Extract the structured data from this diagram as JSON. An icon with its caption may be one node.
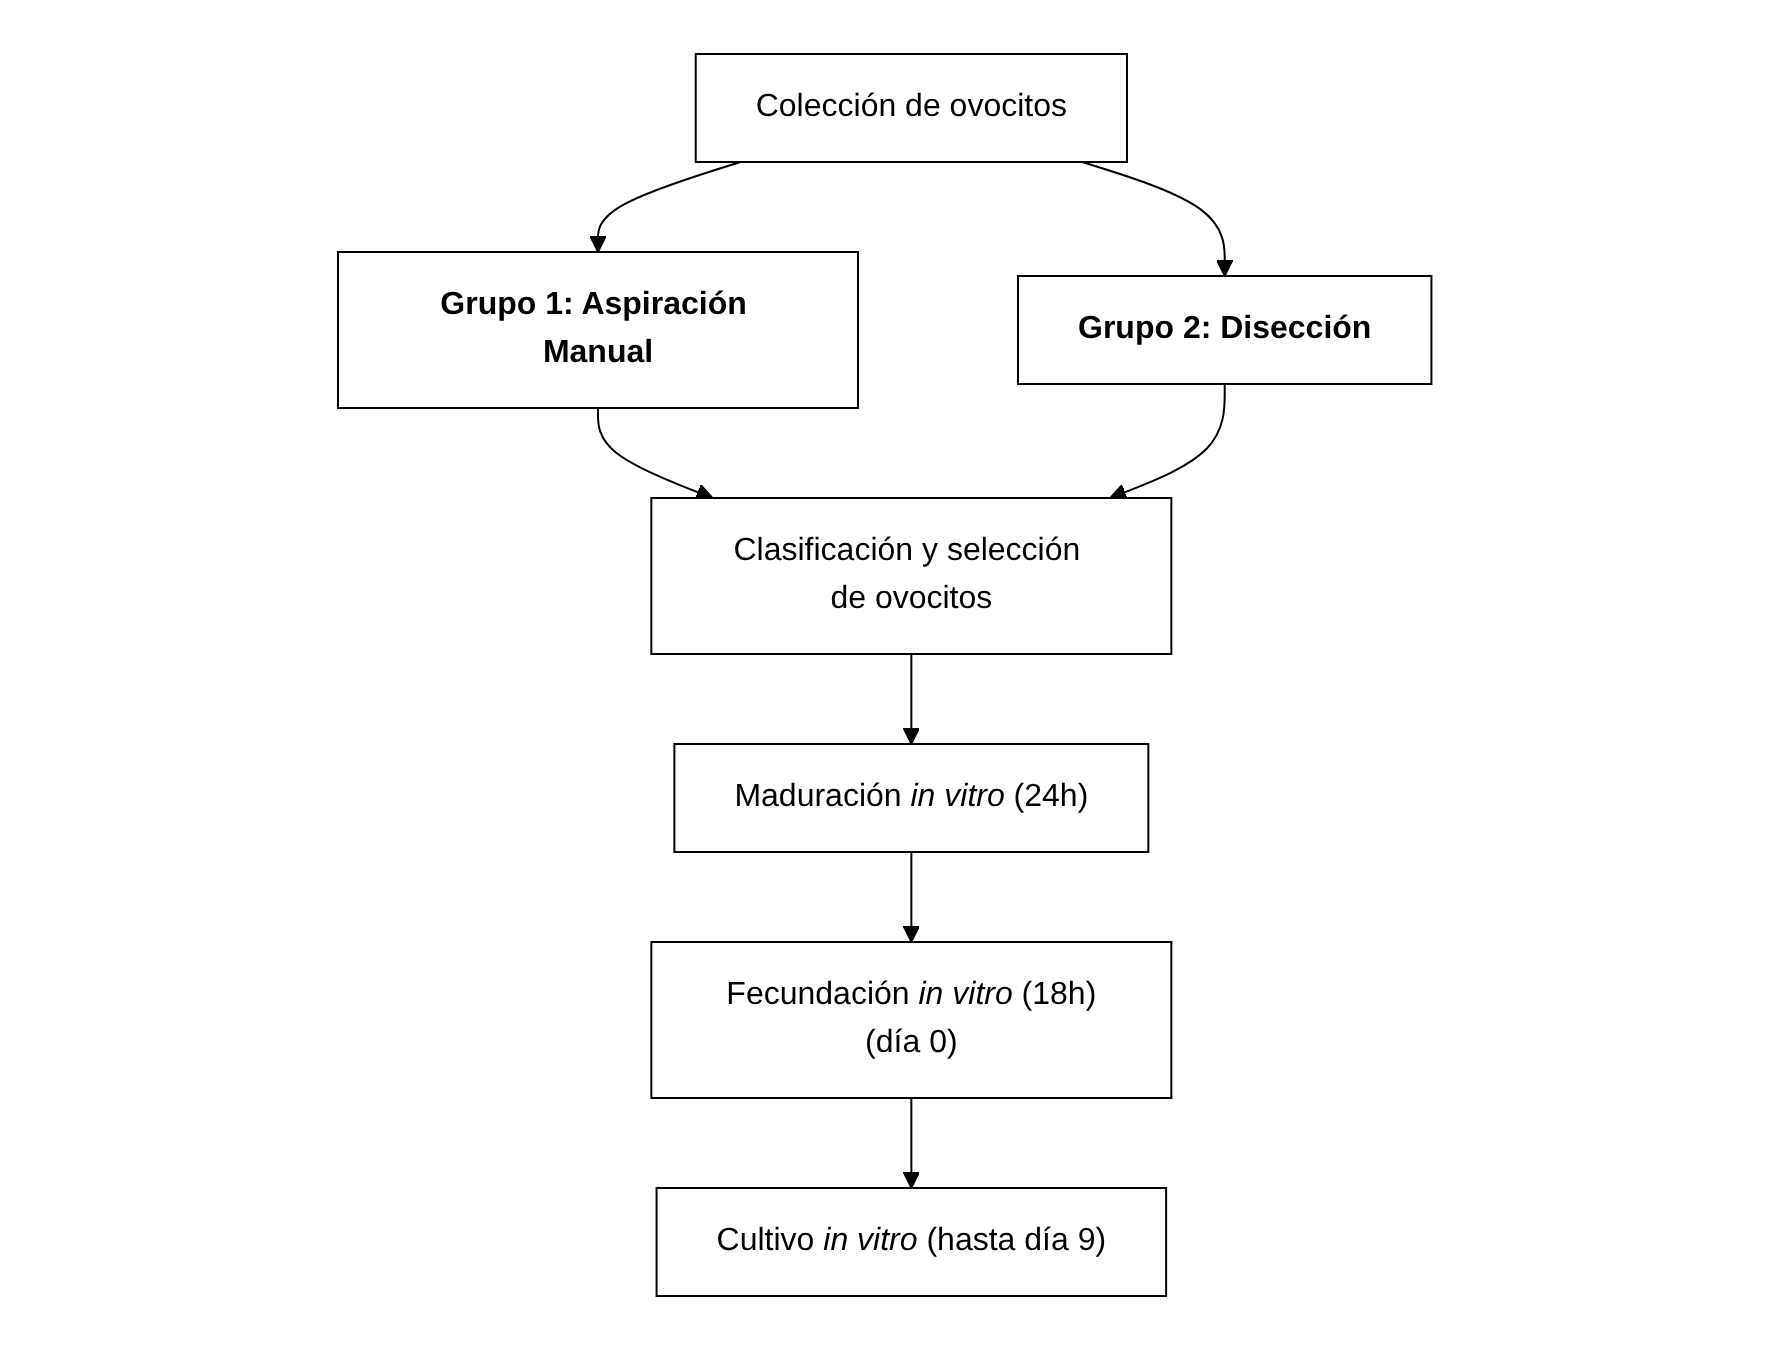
{
  "diagram": {
    "nodes": [
      {
        "text": [
          "Colección de ovocitos"
        ]
      },
      {
        "text": [
          "Grupo 1: Aspiración Manual"
        ]
      },
      {
        "text": [
          "Grupo 2: Disección"
        ]
      },
      {
        "text": [
          "Clasificación y selección de ovocitos"
        ]
      },
      {
        "text": [
          "Maduración *in vitro* (24h)"
        ]
      },
      {
        "text": [
          "Fecundación *in vitro* (18h)(día 0)"
        ]
      },
      {
        "text": [
          "Cultivo *in vitro* (hasta día 9)"
        ]
      }
    ],
    "edges": [
      {
        "from": 0,
        "to": 1,
        "arrow": "to"
      },
      {
        "from": 0,
        "to": 2,
        "arrow": "to"
      },
      {
        "from": 1,
        "to": 3,
        "arrow": "to"
      },
      {
        "from": 2,
        "to": 3,
        "arrow": "to"
      },
      {
        "from": 3,
        "to": 4,
        "arrow": "to"
      },
      {
        "from": 4,
        "to": 5,
        "arrow": "to"
      },
      {
        "from": 5,
        "to": 6,
        "arrow": "to"
      }
    ]
  }
}
